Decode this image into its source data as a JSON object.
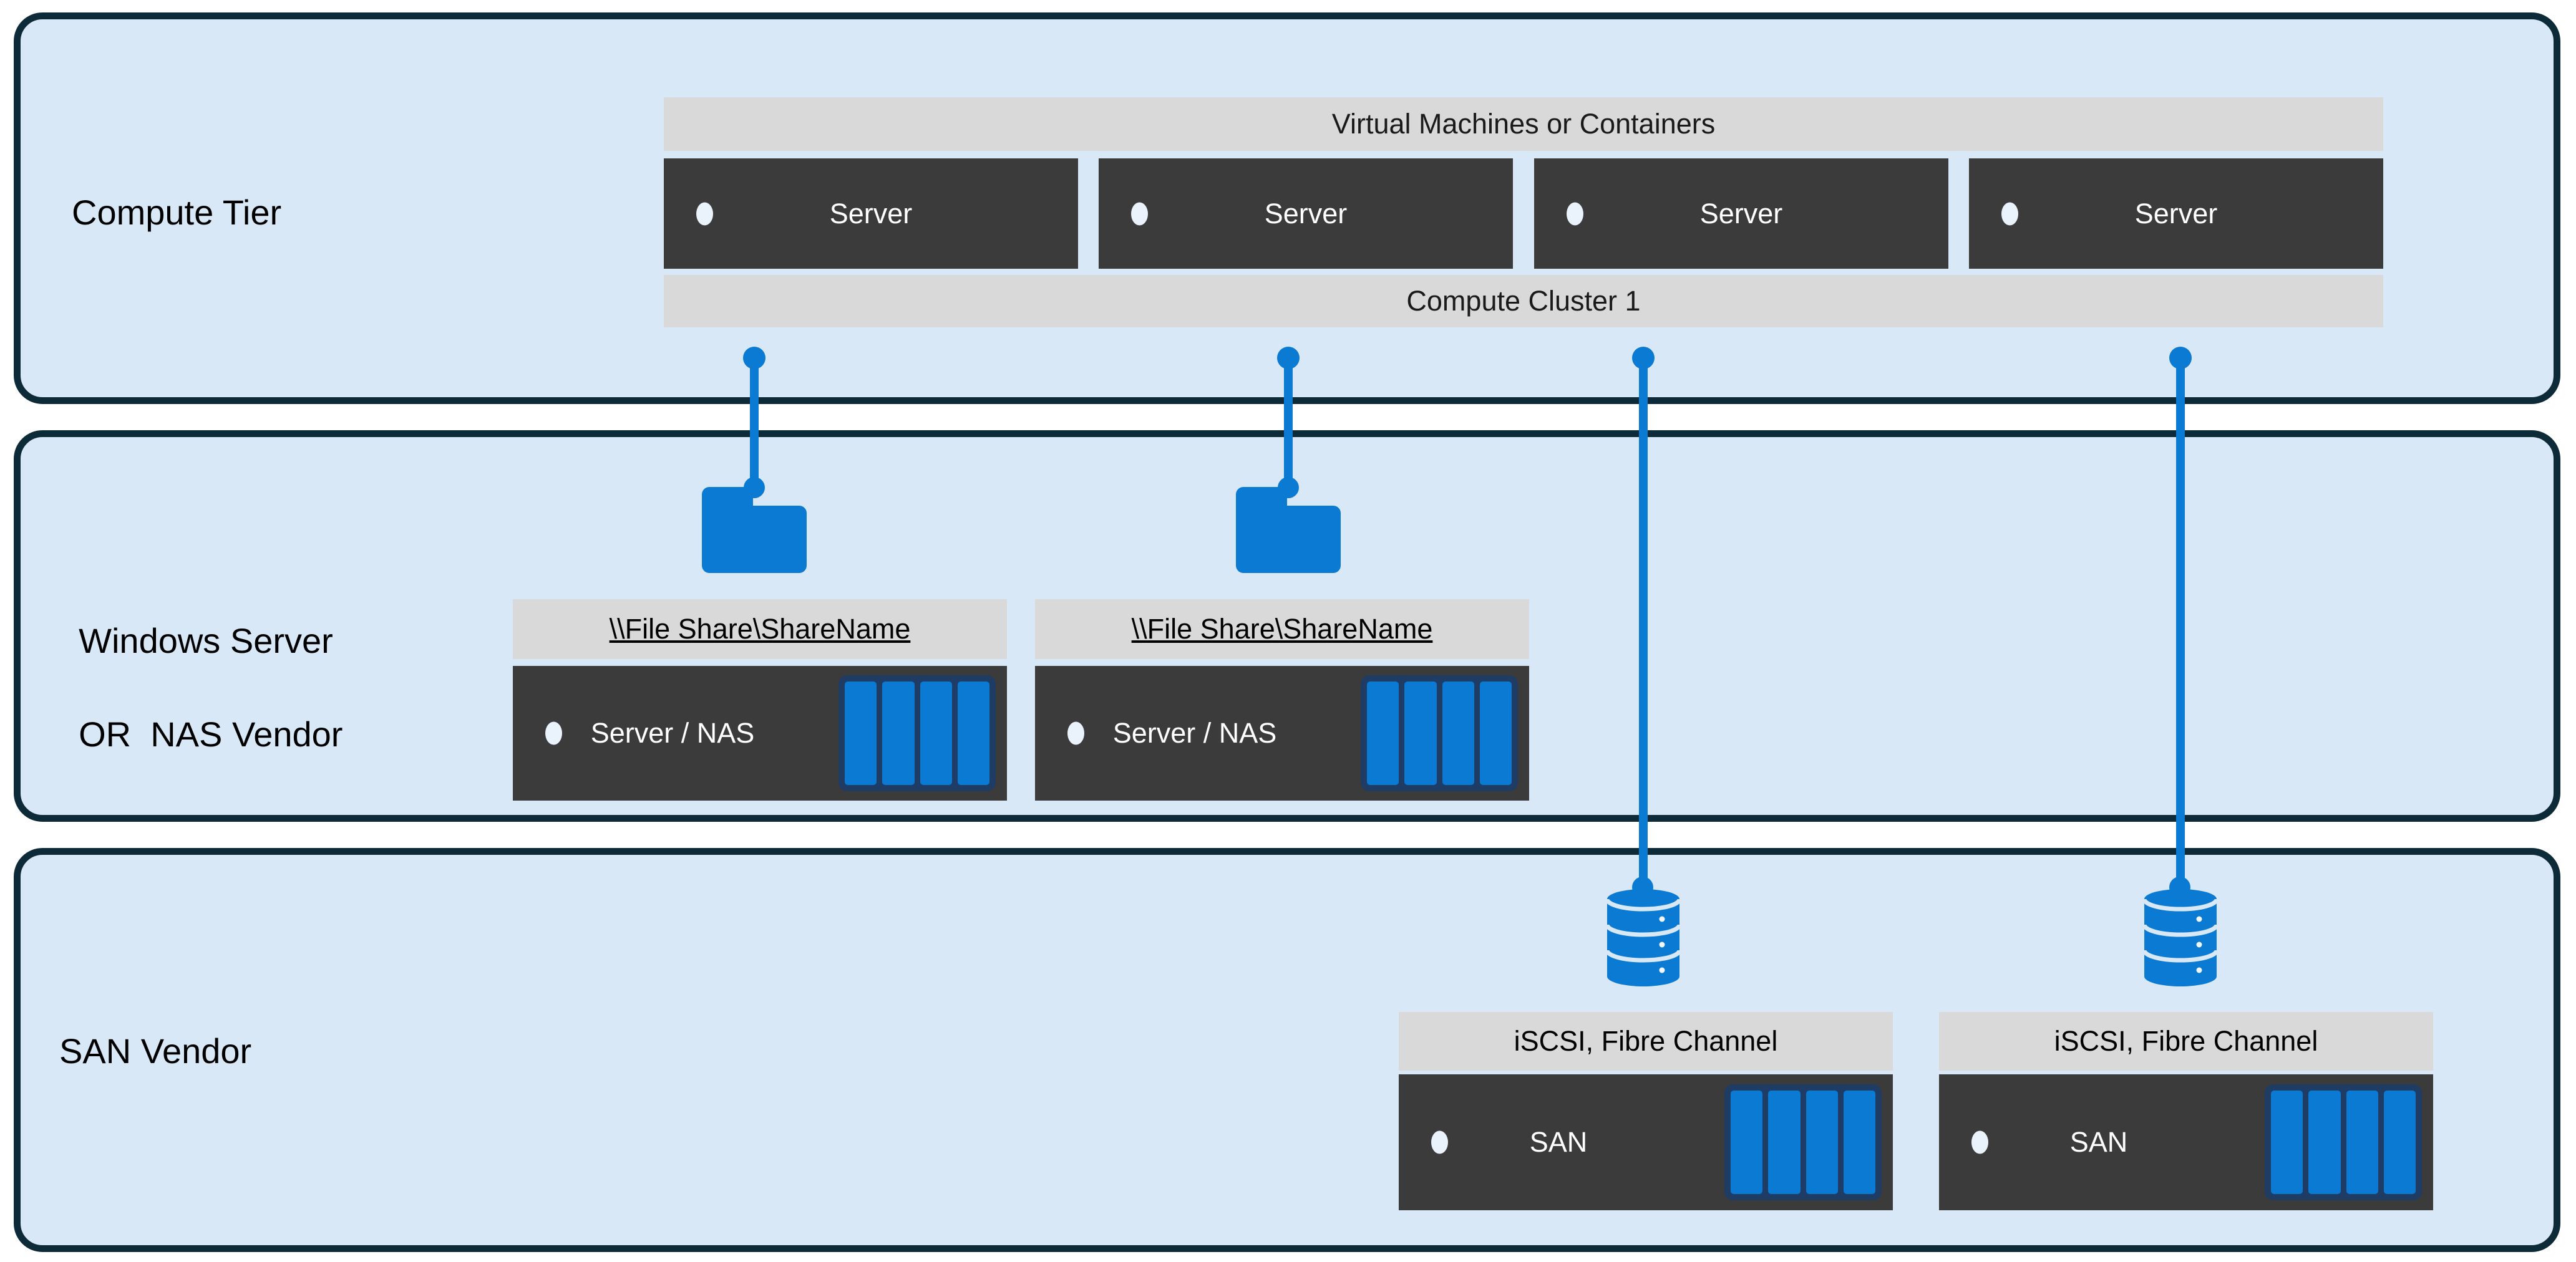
{
  "colors": {
    "background": "#ffffff",
    "tier_fill": "#d9e8f7",
    "tier_border": "#0d2a39",
    "header_gray": "#d9d9d9",
    "box_dark": "#3b3b3b",
    "accent_blue": "#0b7ad3",
    "disk_outline_navy": "#1e3c64",
    "bullet_white": "#eaf2fb"
  },
  "compute_tier": {
    "label": "Compute Tier",
    "vm_header": "Virtual Machines or Containers",
    "servers": [
      "Server",
      "Server",
      "Server",
      "Server"
    ],
    "cluster_footer": "Compute Cluster 1"
  },
  "file_tier": {
    "label_lines": [
      "Windows Server",
      "OR  NAS Vendor"
    ],
    "shares": [
      {
        "header": "\\\\File Share\\ShareName",
        "device": "Server / NAS"
      },
      {
        "header": "\\\\File Share\\ShareName",
        "device": "Server / NAS"
      }
    ]
  },
  "san_tier": {
    "label": "SAN Vendor",
    "arrays": [
      {
        "header": "iSCSI, Fibre Channel",
        "device": "SAN"
      },
      {
        "header": "iSCSI, Fibre Channel",
        "device": "SAN"
      }
    ]
  }
}
